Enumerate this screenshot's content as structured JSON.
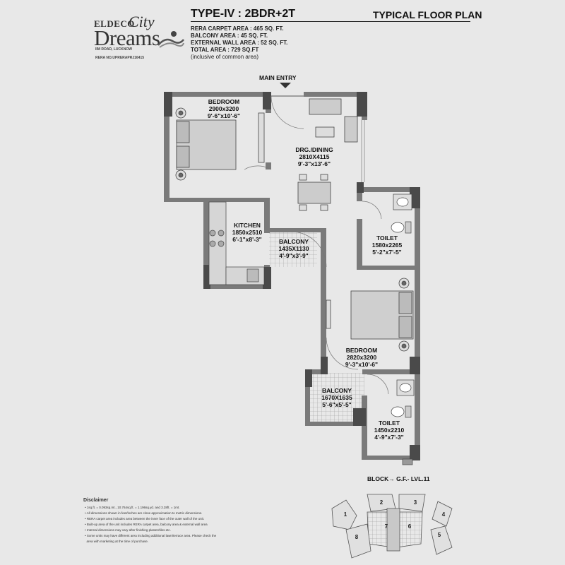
{
  "header": {
    "logo_brand": "ELDECO",
    "logo_city": "City",
    "logo_dreams": "Dreams",
    "logo_road": "IIM ROAD, LUCKNOW",
    "rera_no": "RERA NO.UPRERAPRJ16415",
    "type_title": "TYPE-IV : 2BDR+2T",
    "plan_title": "TYPICAL FLOOR PLAN",
    "areas": {
      "rera_carpet": "RERA CARPET AREA : 465 SQ. FT.",
      "balcony": "BALCONY AREA : 45 SQ. FT.",
      "external_wall": "EXTERNAL WALL AREA : 52 SQ. FT.",
      "total": "TOTAL AREA : 729 SQ.FT",
      "note": "(inclusive of common area)"
    }
  },
  "plan": {
    "main_entry": "MAIN ENTRY",
    "rooms": {
      "bedroom1": {
        "name": "BEDROOM",
        "metric": "2900x3200",
        "imperial": "9'-6\"x10'-6\""
      },
      "drg_dining": {
        "name": "DRG./DINING",
        "metric": "2810X4115",
        "imperial": "9'-3\"x13'-6\""
      },
      "kitchen": {
        "name": "KITCHEN",
        "metric": "1850x2510",
        "imperial": "6'-1\"x8'-3\""
      },
      "balcony1": {
        "name": "BALCONY",
        "metric": "1435X1130",
        "imperial": "4'-9\"x3'-9\""
      },
      "toilet1": {
        "name": "TOILET",
        "metric": "1580x2265",
        "imperial": "5'-2\"x7'-5\""
      },
      "bedroom2": {
        "name": "BEDROOM",
        "metric": "2820x3200",
        "imperial": "9'-3\"x10'-6\""
      },
      "balcony2": {
        "name": "BALCONY",
        "metric": "1670X1635",
        "imperial": "5'-6\"x5'-5\""
      },
      "toilet2": {
        "name": "TOILET",
        "metric": "1450x2210",
        "imperial": "4'-9\"x7'-3\""
      }
    }
  },
  "disclaimer": {
    "heading": "Disclaimer",
    "items": [
      "1sq.ft. = 0.093sq.mt., 10.764sq.ft. = 1.196sq.yd. and 3.28ft. = 1mt.",
      "All dimensions shown in feet/inches are close approximation to metric dimensions.",
      "RERA carpet area includes area between the inner face of the outer wall of the unit.",
      "Built-up area of the unit includes RERA carpet area, balcony area & external wall area",
      "Internal dimensions may vary after finishing plaster/tiles etc.",
      "Some units may have different area including additional lawn/terrace area. Please check the",
      "area with marketing at the time of purchase."
    ]
  },
  "key_plan": {
    "title": "BLOCK→ G.F.- LVL.11",
    "blocks": [
      "1",
      "2",
      "3",
      "4",
      "5",
      "6",
      "7",
      "8"
    ]
  },
  "colors": {
    "background": "#e8e8e8",
    "wall": "#7a7a7a",
    "column": "#4a4a4a"
  }
}
